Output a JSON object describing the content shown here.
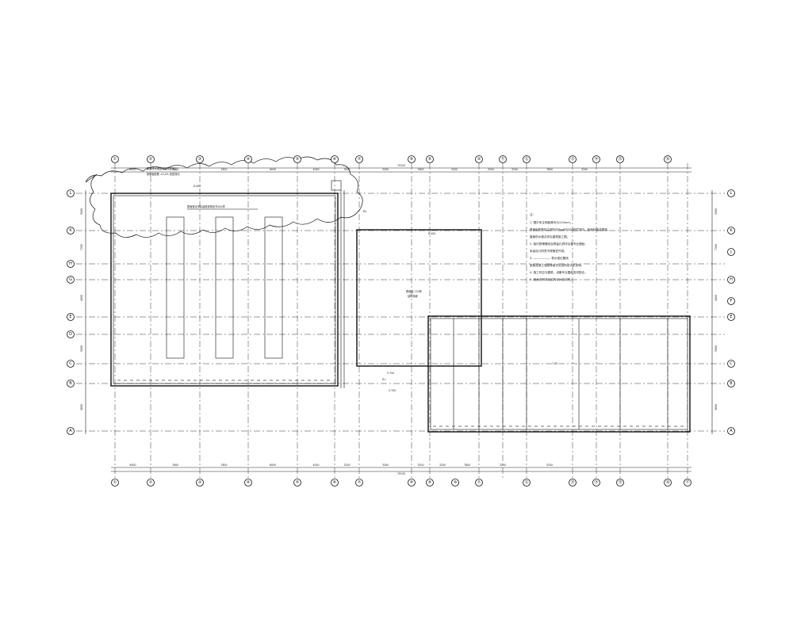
{
  "drawing": {
    "type": "roof-plan",
    "grid_top": [
      "①",
      "②",
      "③",
      "④",
      "⑤",
      "⑥",
      "⑦",
      "⑧",
      "⑨",
      "⑩",
      "⑪",
      "⑫",
      "⑬",
      "⑭",
      "⑮",
      "⑯"
    ],
    "grid_bottom": [
      "①",
      "②",
      "③",
      "④",
      "⑤",
      "⑥",
      "⑦",
      "⑧",
      "⑨",
      "⑩",
      "⑪",
      "⑫",
      "⑬",
      "⑭",
      "⑮",
      "⑯",
      "⑰"
    ],
    "grid_left": [
      "L",
      "K",
      "H",
      "G",
      "E",
      "D",
      "C",
      "B",
      "A"
    ],
    "grid_right": [
      "L",
      "K",
      "J",
      "H",
      "F",
      "E",
      "C",
      "B",
      "A"
    ],
    "top_dimension_labels": [
      "6000",
      "7800",
      "7800",
      "6000",
      "4000",
      "3200",
      "3300",
      "7800",
      "3200",
      "3200",
      "3200",
      "7800",
      "3200"
    ],
    "top_total": "79120",
    "bottom_dimension_labels": [
      "6000",
      "7800",
      "7800",
      "6000",
      "4000",
      "3200",
      "3300",
      "3200",
      "3200",
      "7800",
      "3200",
      "3200"
    ],
    "bottom_total": "79120",
    "left_dimension_labels": [
      "3000",
      "7200",
      "4800",
      "3000",
      "3600"
    ],
    "right_dimension_labels": [
      "3000",
      "7200",
      "4800",
      "3000",
      "3600"
    ],
    "annotations": {
      "cloud_note_1": "屋面排水坡度按建筑图施工",
      "cloud_note_2": "屋面板配筋 ±0.4% 双层双向",
      "main_roof_label": "屋面做法详见建施说明及节点大样",
      "middle_roof_label": "屋面板 120厚",
      "middle_roof_sub": "结构找坡",
      "right_roof_label": "7.70",
      "elev_a": "8.400",
      "elev_b": "8.400",
      "elev_c": "5.700",
      "elev_d": "5.700",
      "mark_r1": "R1",
      "mark_r2": "R2"
    },
    "notes": {
      "title": "注：",
      "lines": [
        "1. 图中未注明板厚均为120mm。",
        "   屋面板配筋除注明外均为φ8@200双层双向，板面标高详建施。",
        "   屋面防水做法详见建筑施工图。",
        "2. 板内预埋管线及预留孔洞详见各专业图纸。",
        "   未经设计同意不得随意开洞。",
        "3. —————— 表示梁位置线",
        "   梁板混凝土强度等级详见结构设计总说明。",
        "4. 施工时应与建筑、设备专业图纸密切配合，",
        "5. 其余说明详见结构设计总说明。"
      ]
    }
  }
}
